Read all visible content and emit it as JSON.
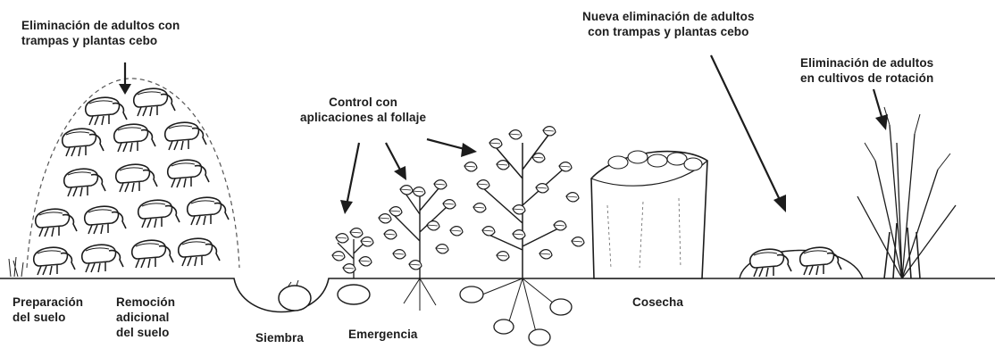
{
  "colors": {
    "ink": "#1c1c1c",
    "paper": "#ffffff"
  },
  "annotations": {
    "traps_top_left": [
      "Eliminación de adultos con",
      "trampas  y plantas cebo"
    ],
    "foliage_control": [
      "Control con",
      "aplicaciones al follaje"
    ],
    "traps_repeat": [
      "Nueva eliminación de adultos",
      "con trampas y plantas cebo"
    ],
    "rotation_crops": [
      "Eliminación de adultos",
      "en cultivos de rotación"
    ]
  },
  "stages": {
    "soil_prep": [
      "Preparación",
      "del suelo"
    ],
    "extra_tillage": [
      "Remoción",
      "adicional",
      "del suelo"
    ],
    "sowing": "Siembra",
    "emergence": "Emergencia",
    "harvest": "Cosecha"
  },
  "icons": [
    "weevil-icon",
    "potato-plant-icon",
    "potato-sack-icon",
    "wheat-icon",
    "seed-tuber-icon"
  ]
}
